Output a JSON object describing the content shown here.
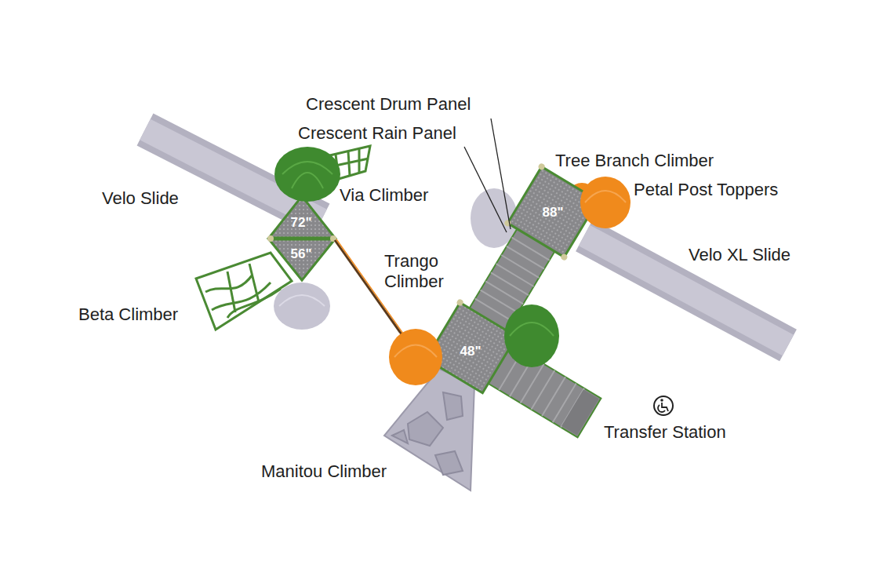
{
  "diagram": {
    "labels": [
      "Crescent Drum Panel",
      "Crescent Rain Panel",
      "Tree Branch Climber",
      "Petal Post Toppers",
      "Velo Slide",
      "Via Climber",
      "72\"",
      "Velo XL Slide",
      "56\"",
      "Trango Climber",
      "88\"",
      "Beta Climber",
      "48\"",
      "Transfer Station",
      "Manitou Climber"
    ]
  }
}
